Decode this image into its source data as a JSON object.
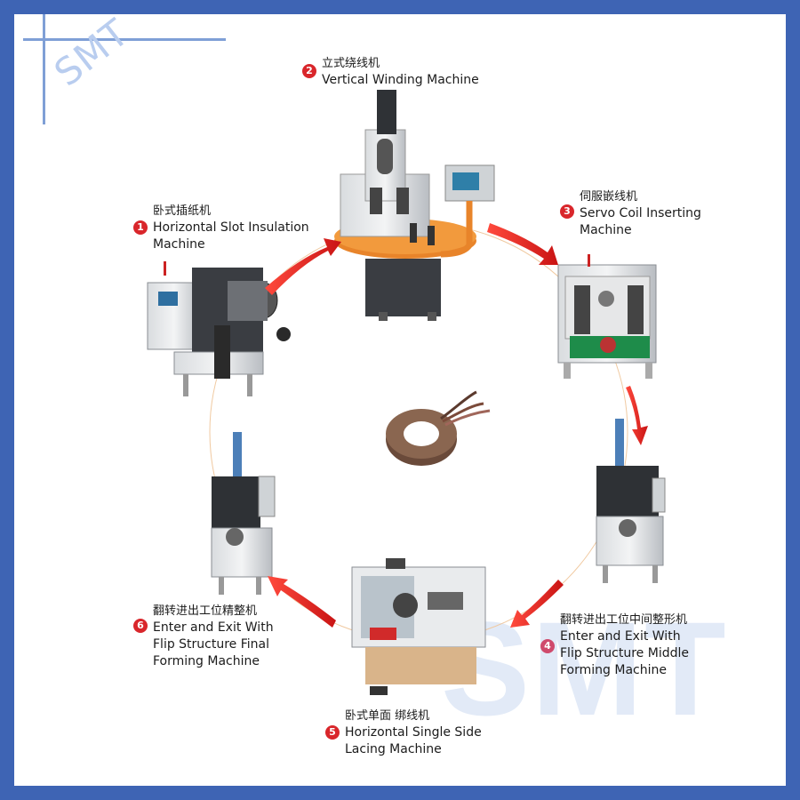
{
  "logo": {
    "text": "SMT"
  },
  "watermark": {
    "text": "SMT"
  },
  "accent_color": "#d9262b",
  "border_color": "#3e64b4",
  "steps": [
    {
      "number": "1",
      "cn": "卧式插纸机",
      "en": [
        "Horizontal Slot Insulation",
        "Machine"
      ]
    },
    {
      "number": "2",
      "cn": "立式绕线机",
      "en": [
        "Vertical Winding Machine"
      ]
    },
    {
      "number": "3",
      "cn": "伺服嵌线机",
      "en": [
        "Servo Coil Inserting",
        "Machine"
      ]
    },
    {
      "number": "4",
      "cn": "翻转进出工位中间整形机",
      "en": [
        "Enter and Exit With",
        "Flip Structure  Middle",
        "Forming Machine"
      ]
    },
    {
      "number": "5",
      "cn": "卧式单面 绑线机",
      "en": [
        "Horizontal Single Side",
        "Lacing Machine"
      ]
    },
    {
      "number": "6",
      "cn": "翻转进出工位精整机",
      "en": [
        "Enter and Exit With",
        "Flip Structure  Final",
        "Forming Machine"
      ]
    }
  ],
  "center_image": "stator-coil"
}
